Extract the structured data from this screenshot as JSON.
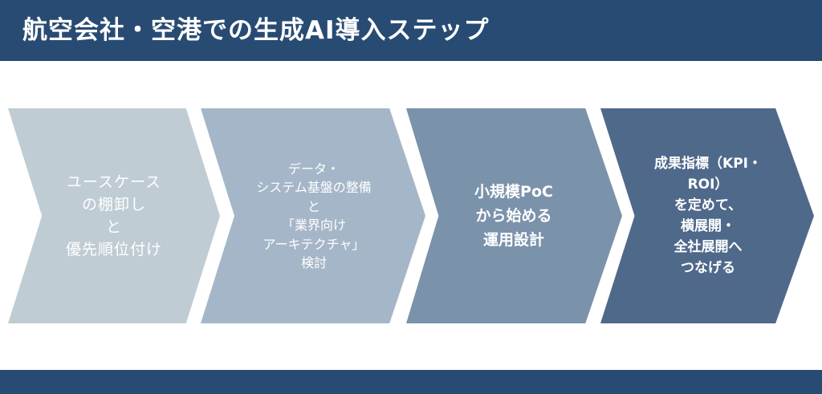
{
  "header": {
    "title": "航空会社・空港での生成AI導入ステップ"
  },
  "steps": [
    {
      "lines": [
        "ユースケース",
        "の棚卸し",
        "と",
        "優先順位付け"
      ]
    },
    {
      "lines": [
        "データ・",
        "システム基盤の整備",
        "と",
        "「業界向け",
        "アーキテクチャ」",
        "検討"
      ]
    },
    {
      "lines": [
        "小規模PoC",
        "から始める",
        "運用設計"
      ]
    },
    {
      "lines": [
        "成果指標（KPI・",
        "ROI）",
        "を定めて、",
        "横展開・",
        "全社展開へ",
        "つなげる"
      ]
    }
  ],
  "colors": {
    "header": "#284b73",
    "footer": "#284b73",
    "step1": "#c0ccd3",
    "step2": "#a5b6c8",
    "step3": "#7b92ab",
    "step4": "#4f698b"
  }
}
